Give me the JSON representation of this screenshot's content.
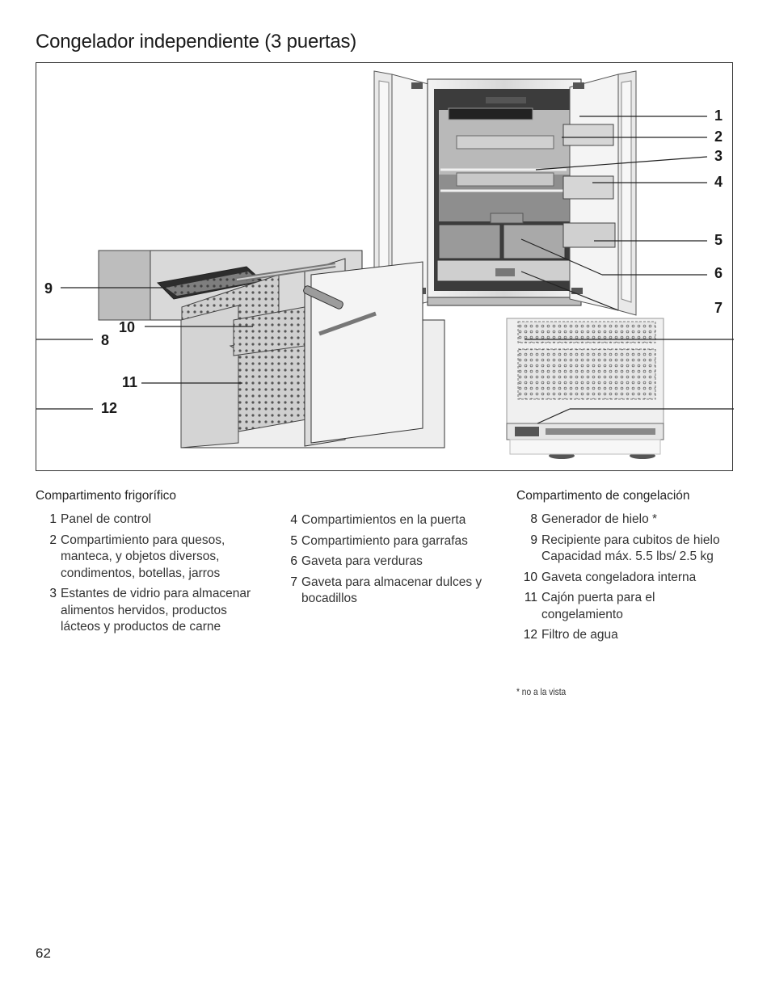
{
  "page": {
    "title": "Congelador independiente (3 puertas)",
    "page_number": "62"
  },
  "figure": {
    "callouts": [
      "1",
      "2",
      "3",
      "4",
      "5",
      "6",
      "7",
      "8",
      "9",
      "10",
      "11",
      "12"
    ]
  },
  "fridge_section": {
    "heading": "Compartimento frigorífico",
    "items": [
      {
        "num": "1",
        "text": "Panel de control"
      },
      {
        "num": "2",
        "text": "Compartimiento para quesos, manteca, y objetos diversos, condimentos, botellas, jarros"
      },
      {
        "num": "3",
        "text": "Estantes de vidrio para almacenar alimentos hervidos, productos lácteos y productos de carne"
      },
      {
        "num": "4",
        "text": "Compartimientos en la puerta"
      },
      {
        "num": "5",
        "text": "Compartimiento para garrafas"
      },
      {
        "num": "6",
        "text": "Gaveta para verduras"
      },
      {
        "num": "7",
        "text": "Gaveta para almacenar dulces y bocadillos"
      }
    ]
  },
  "freezer_section": {
    "heading": "Compartimento de congelación",
    "items": [
      {
        "num": "8",
        "text": "Generador de hielo *"
      },
      {
        "num": "9",
        "text": "Recipiente para cubitos de hielo Capacidad máx. 5.5 lbs/ 2.5 kg"
      },
      {
        "num": "10",
        "text": "Gaveta congeladora interna"
      },
      {
        "num": "11",
        "text": "Cajón puerta para el congelamiento"
      },
      {
        "num": "12",
        "text": "Filtro de agua"
      }
    ],
    "footnote": "* no a la vista"
  }
}
